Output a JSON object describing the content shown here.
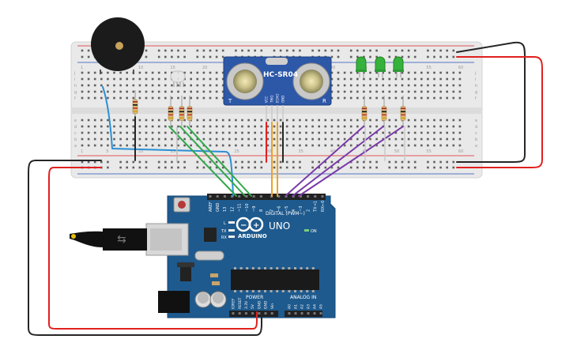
{
  "sensor": {
    "model": "HC-SR04",
    "left_mark": "T",
    "right_mark": "R",
    "pin_labels": [
      "VCC",
      "TRIG",
      "ECHO",
      "GND"
    ]
  },
  "arduino": {
    "brand": "ARDUINO",
    "model": "UNO",
    "on_label": "ON",
    "digital_header": "DIGITAL (PWM~)",
    "power_header": "POWER",
    "analog_header": "ANALOG IN",
    "tx": "TX",
    "rx": "RX",
    "l_led": "L",
    "digital_pins": [
      "AREF",
      "GND",
      "13",
      "12",
      "~11",
      "~10",
      "~9",
      "8",
      "7",
      "~6",
      "~5",
      "4",
      "~3",
      "2",
      "TX→1",
      "RX←0"
    ],
    "power_pins": [
      "IOREF",
      "RESET",
      "3.3V",
      "5V",
      "GND",
      "GND",
      "Vin"
    ],
    "analog_pins": [
      "A0",
      "A1",
      "A2",
      "A3",
      "A4",
      "A5"
    ]
  },
  "breadboard": {
    "column_numbers": [
      "1",
      "5",
      "10",
      "15",
      "20",
      "25",
      "30",
      "35",
      "40",
      "45",
      "50",
      "55",
      "60"
    ],
    "row_letters_top": [
      "j",
      "i",
      "h",
      "g",
      "f"
    ],
    "row_letters_bottom": [
      "e",
      "d",
      "c",
      "b",
      "a"
    ]
  },
  "colors": {
    "board": "#1e5a8e",
    "breadboard": "#e9e9e9",
    "wire_red": "#e0201e",
    "wire_black": "#262626",
    "wire_green": "#31a84a",
    "wire_orange": "#f0a21c",
    "wire_purple": "#7a3aa8",
    "wire_blue": "#2b8fd4",
    "led_green": "#35b23c",
    "sensor_blue": "#2d58a8"
  }
}
